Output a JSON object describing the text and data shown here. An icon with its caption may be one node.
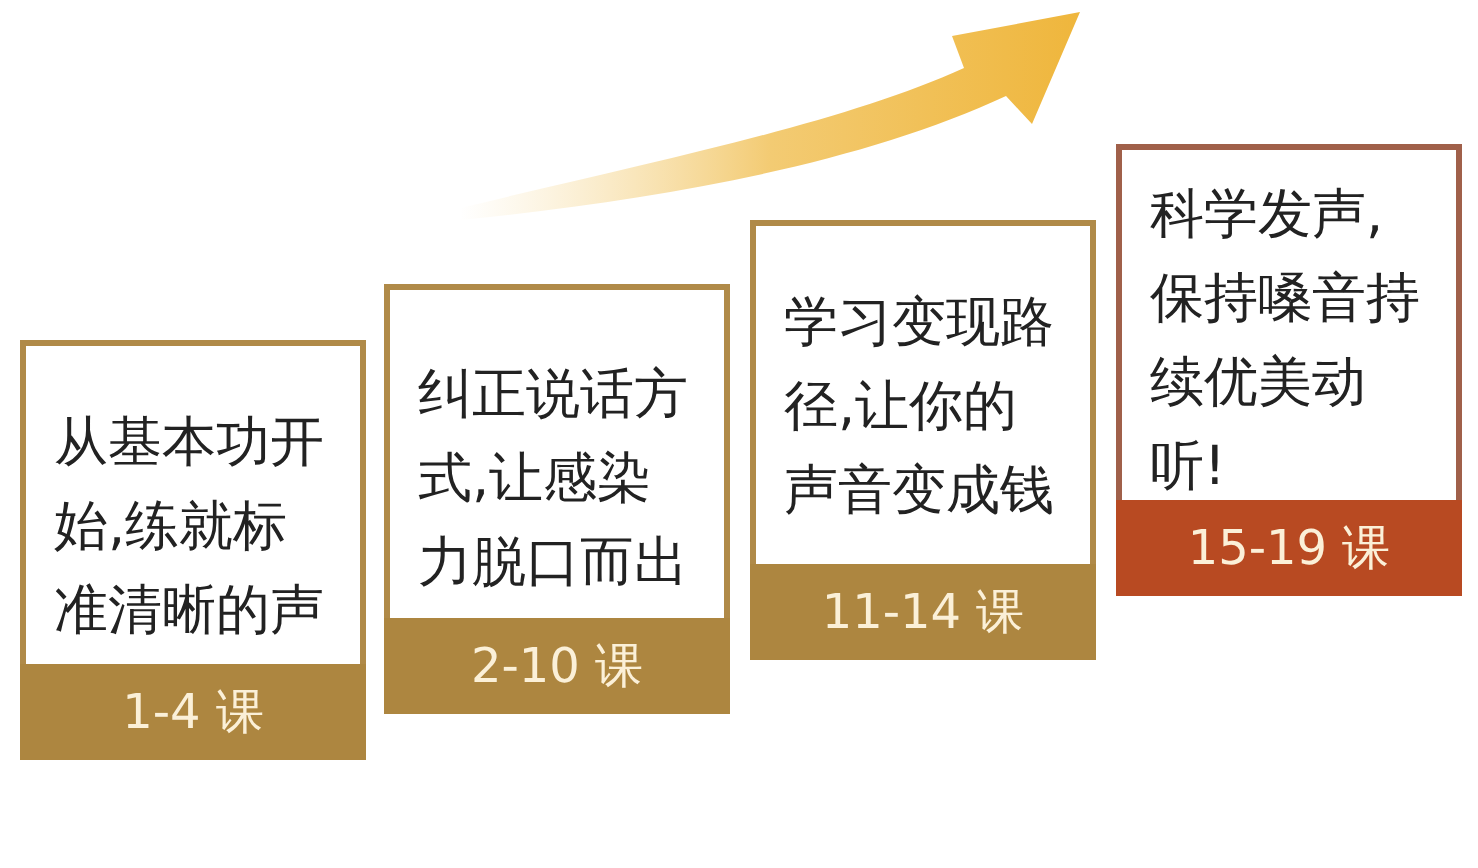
{
  "diagram": {
    "nodes": [
      {
        "text": [
          "从基本功开始,练就标准清晰的声音"
        ]
      },
      {
        "text": [
          "1-4 课"
        ],
        "in": 0
      },
      {
        "text": [
          "纠正说话方式,让感染力脱口而出"
        ]
      },
      {
        "text": [
          "2-10 课"
        ],
        "in": 2
      },
      {
        "text": [
          "学习变现路径,让你的声音变成钱"
        ]
      },
      {
        "text": [
          "11-14 课"
        ],
        "in": 4
      },
      {
        "text": [
          "科学发声,保持嗓音持续优美动听!"
        ]
      },
      {
        "text": [
          "15-19 课"
        ],
        "in": 6
      }
    ]
  }
}
